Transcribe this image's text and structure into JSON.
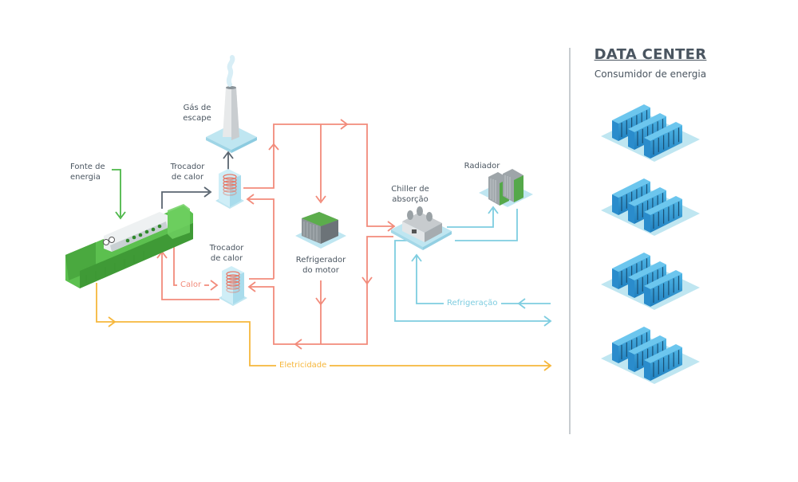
{
  "data_center": {
    "title": "DATA CENTER",
    "subtitle": "Consumidor de energia",
    "server_racks_count": 4
  },
  "components": {
    "energy_source": "Fonte de\nenergia",
    "exhaust_gas": "Gás de\nescape",
    "heat_exchanger_top": "Trocador\nde calor",
    "heat_exchanger_bottom": "Trocador\nde calor",
    "engine_cooler": "Refrigerador\ndo motor",
    "absorption_chiller": "Chiller de\nabsorção",
    "radiator": "Radiador"
  },
  "flows": {
    "heat": "Calor",
    "cooling": "Refrigeração",
    "electricity": "Eletricidade"
  },
  "colors": {
    "heat": "#f28b7b",
    "cooling": "#7ecde0",
    "electricity": "#f6b73c",
    "energy": "#4cb748",
    "exhaust": "#5a6570",
    "text": "#4a5560"
  }
}
